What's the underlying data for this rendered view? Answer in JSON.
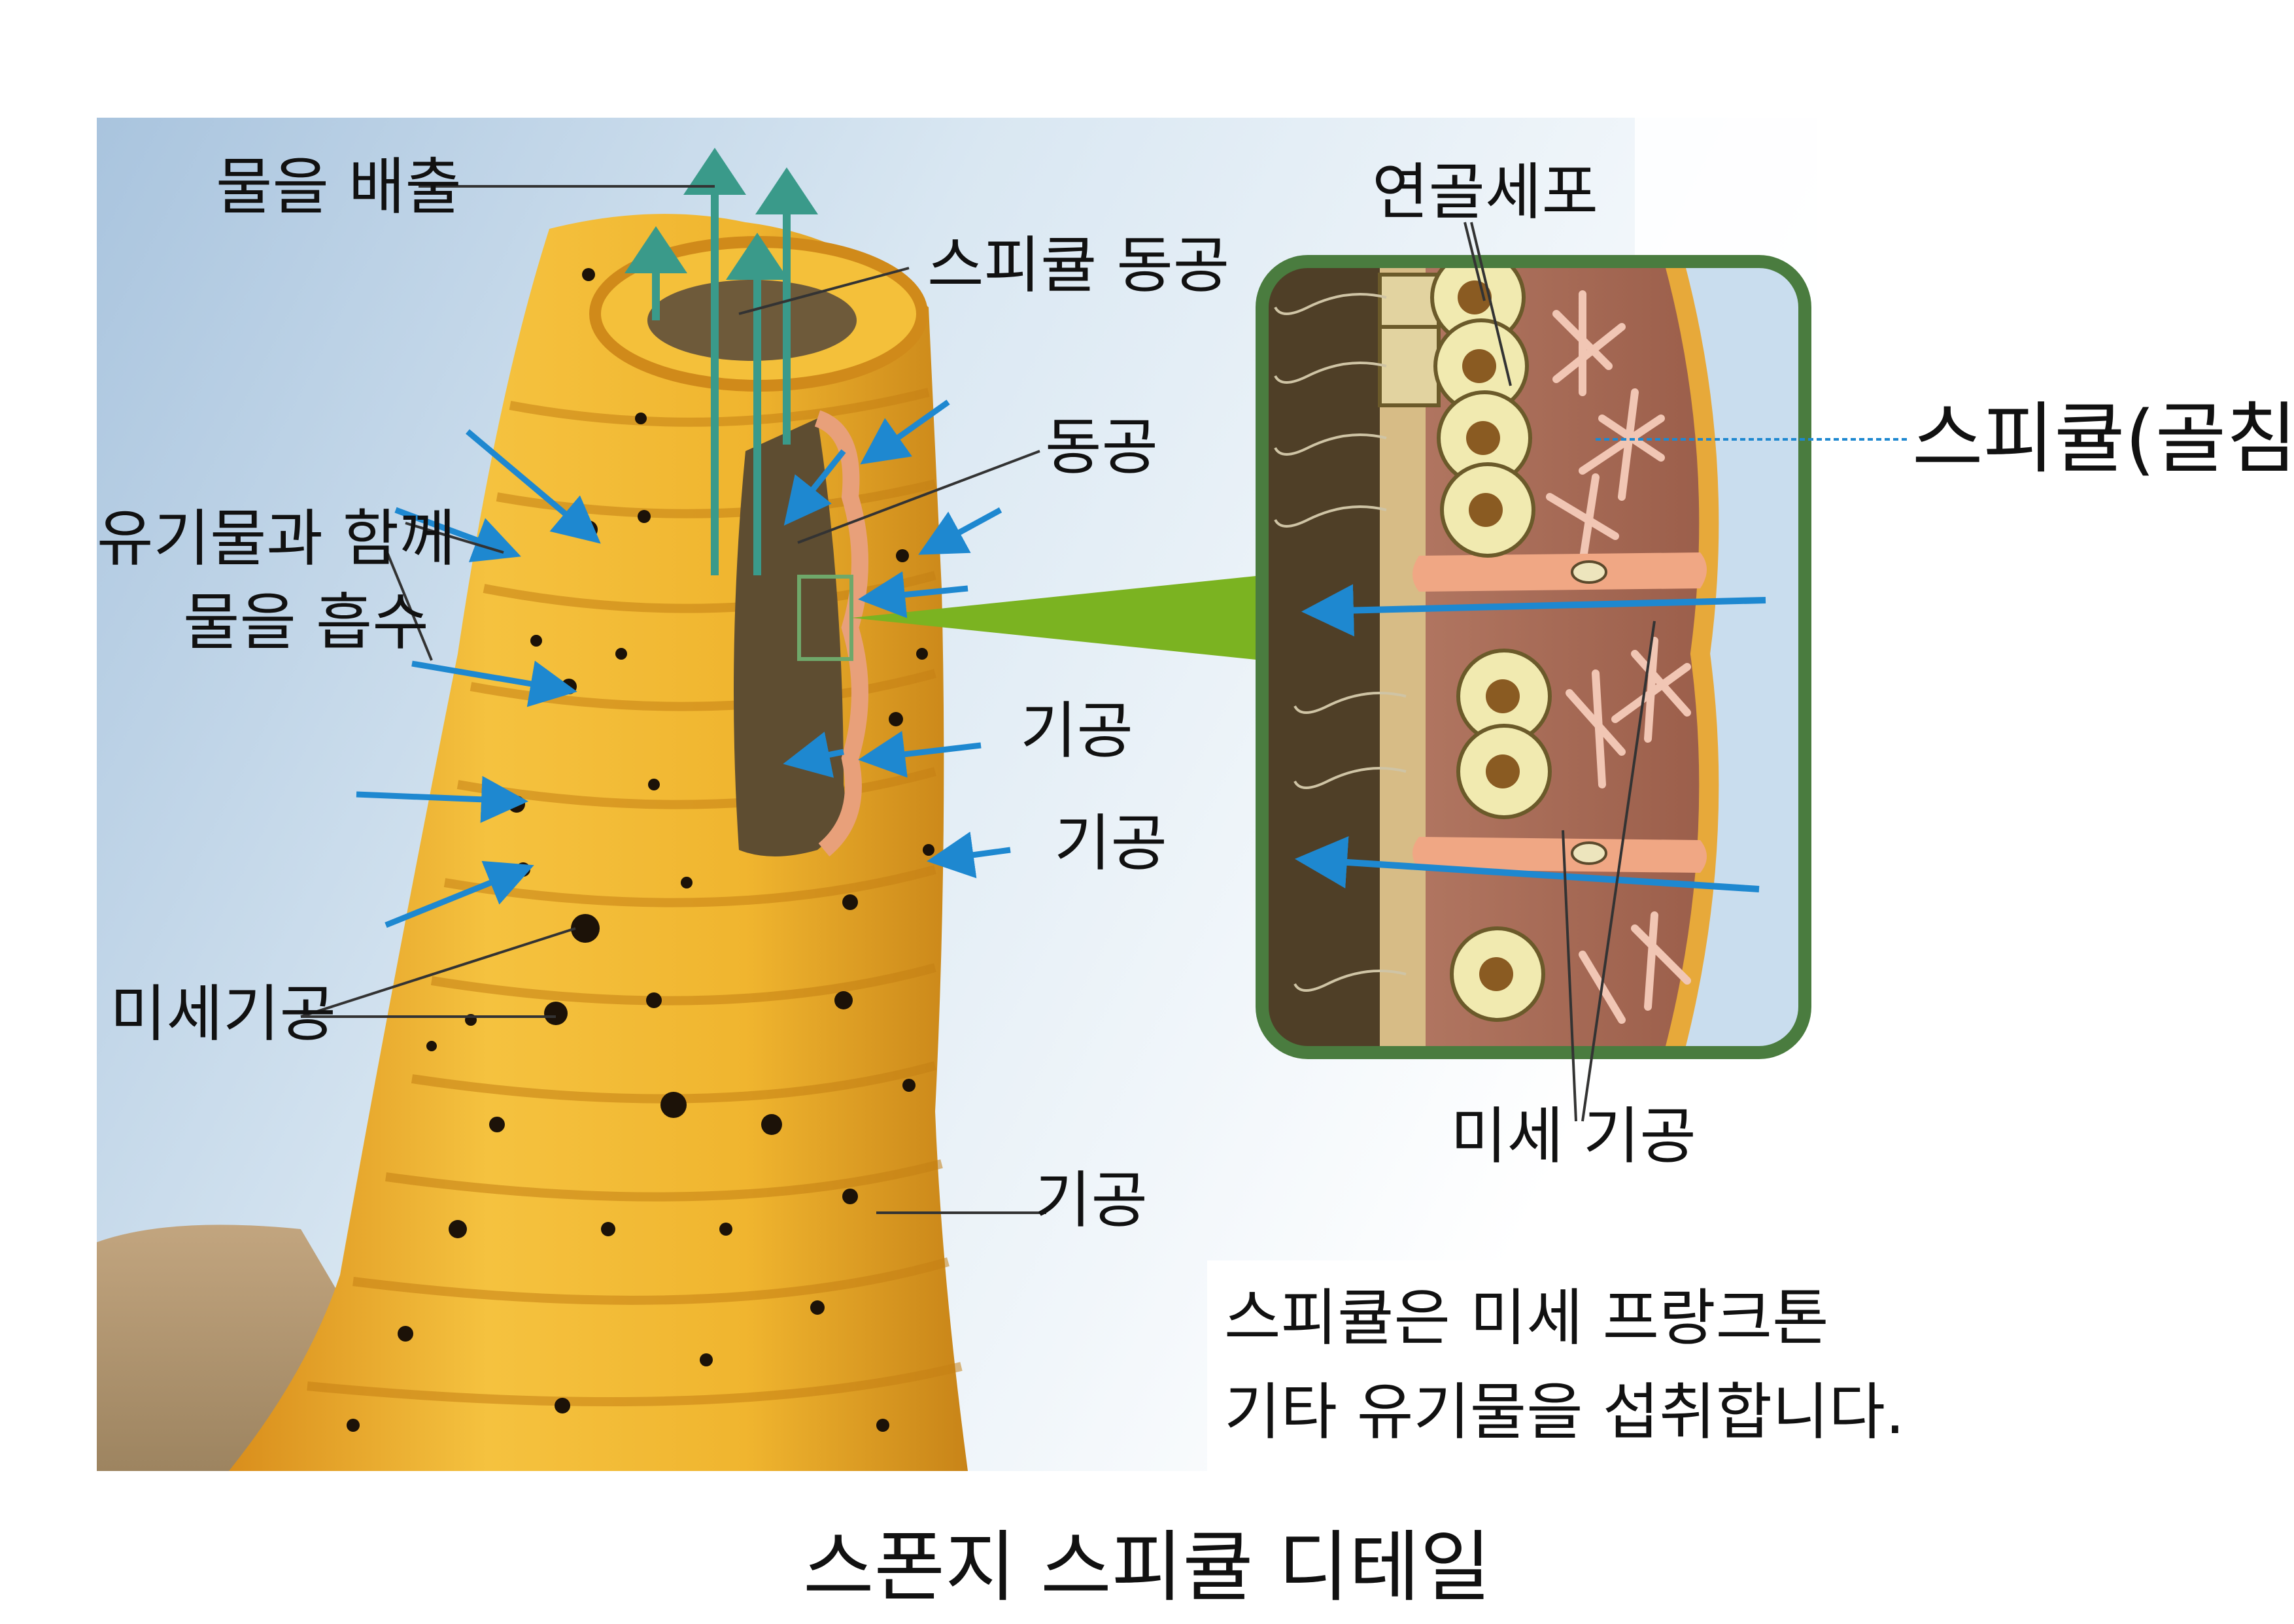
{
  "labels": {
    "water_out": "물을 배출",
    "spicule_osculum": "스피큘 동공",
    "osculum": "동공",
    "absorb_line1": "유기물과 함께",
    "absorb_line2": "물을 흡수",
    "pore_1": "기공",
    "pore_2": "기공",
    "pore_3": "기공",
    "micropore_left": "미세기공",
    "choanocyte": "연골세포",
    "spicule_bone": "스피큘(골침)",
    "micropore_right": "미세 기공"
  },
  "note": {
    "line1": "스피큘은   미세   프랑크톤",
    "line2": "기타 유기물을 섭취합니다."
  },
  "caption": "스폰지 스피큘 디테일",
  "colors": {
    "sponge": "#e9a92a",
    "sponge_light": "#f6c74a",
    "cavity": "#5a4a30",
    "arrow_blue": "#1e88d0",
    "arrow_teal": "#3a9a8a",
    "inset_border": "#4a7c3f",
    "highlight_green": "#7bb321",
    "tissue": "#a76a55",
    "cell_fill": "#f1eab0"
  }
}
